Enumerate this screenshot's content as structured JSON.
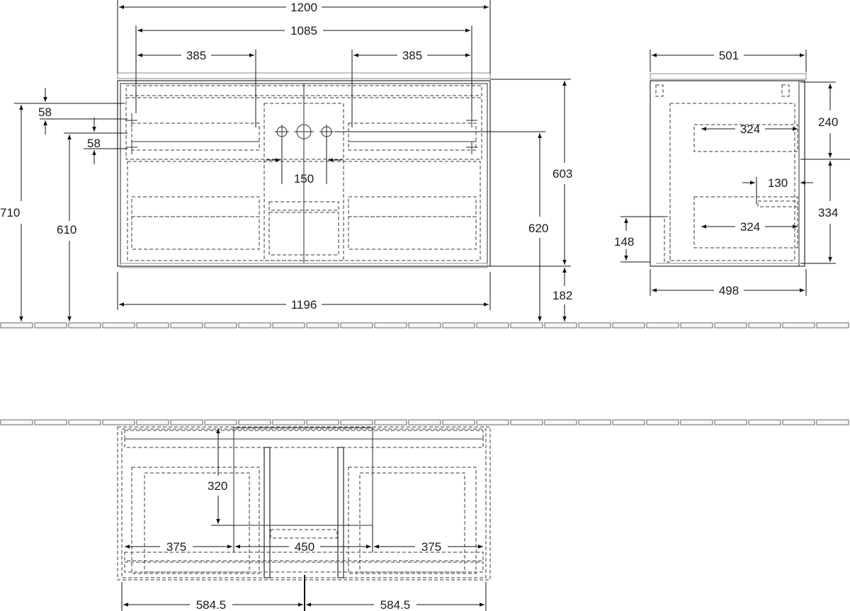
{
  "front_view": {
    "width_total": "1200",
    "width_inner": "1085",
    "width_left_drawer": "385",
    "width_right_drawer": "385",
    "offset_top": "58",
    "offset_second": "58",
    "height_total": "710",
    "height_floor_to_drawer": "610",
    "faucet_spacing": "150",
    "height_body": "603",
    "height_to_faucet": "620",
    "height_plinth": "182",
    "width_body": "1196"
  },
  "side_view": {
    "depth_top": "501",
    "upper_height": "240",
    "upper_drawer_depth": "324",
    "siphon_offset": "130",
    "lower_height": "334",
    "lower_drawer_depth": "324",
    "lower_offset": "148",
    "depth_body": "498"
  },
  "top_view": {
    "drawer_depth": "320",
    "left_width": "375",
    "center_width": "450",
    "right_width": "375",
    "half_left": "584.5",
    "half_right": "584.5"
  }
}
